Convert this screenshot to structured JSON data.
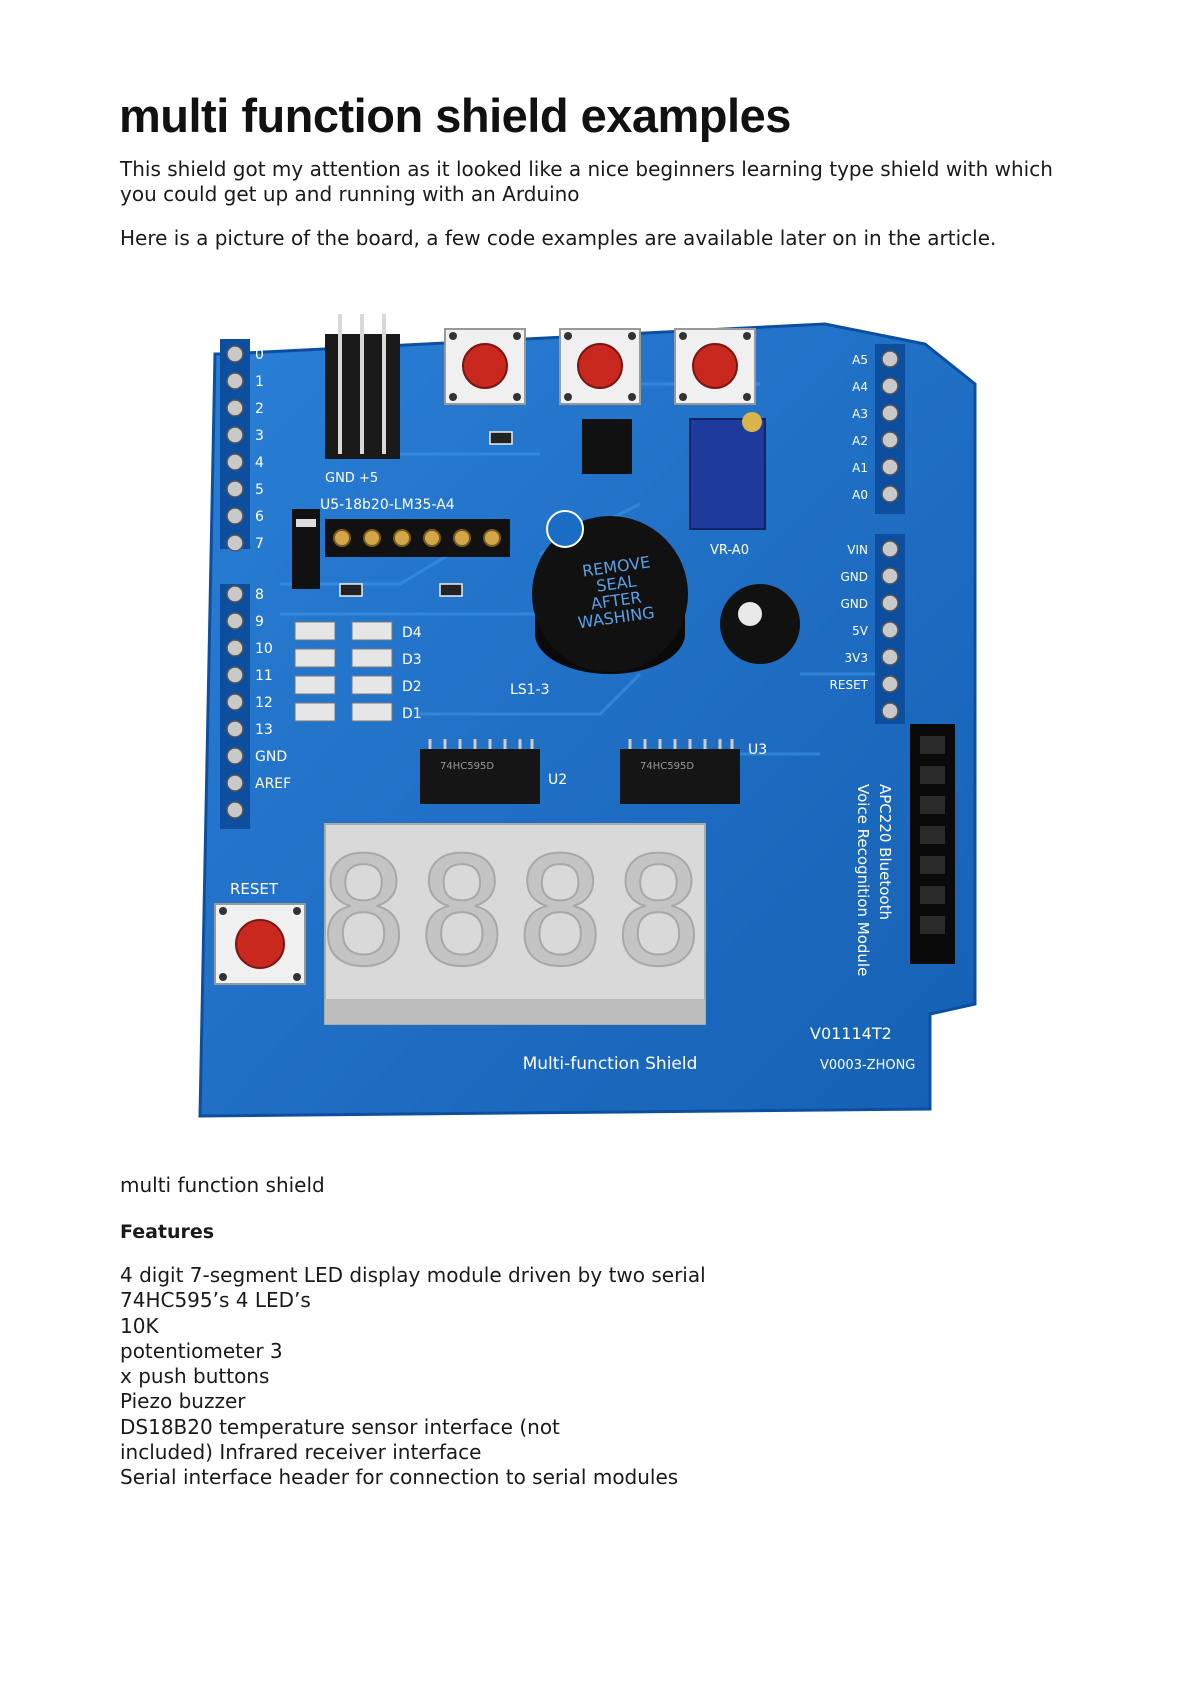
{
  "article": {
    "title": "multi function shield examples",
    "intro": "This shield got my attention as it looked like a nice beginners learning type shield with which you could get up and running with an Arduino",
    "picture_intro": "Here is a picture of the board, a few code examples are available later on in the article.",
    "photo": {
      "caption": "multi function shield",
      "silkscreen": {
        "buzzer_label": [
          "REMOVE",
          "SEAL",
          "AFTER",
          "WASHING"
        ],
        "module_label": "APC220 Bluetooth",
        "module_label_2": "Voice Recognition Module",
        "board_name": "Multi-function Shield",
        "maker": "V0003-ZHONG",
        "version": "V01114T2",
        "reset": "RESET",
        "sensor_header": "U5-18b20-LM35-A4",
        "display_digits": "8888",
        "buzzer_ref": "LS1-3",
        "pot_ref": "VR-A0",
        "chip_ref_1": "U2",
        "chip_ref_2": "U3",
        "chip_marking": "74HC595D",
        "gnd_5v": "GND +5",
        "left_pins": [
          "0",
          "1",
          "2",
          "3",
          "4",
          "5",
          "6",
          "7",
          "8",
          "9",
          "10",
          "11",
          "12",
          "13",
          "GND",
          "AREF"
        ],
        "led_refs": [
          "D4",
          "D3",
          "D2",
          "D1"
        ],
        "right_pins_top": [
          "A5",
          "A4",
          "A3",
          "A2",
          "A1",
          "A0"
        ],
        "right_pins_power": [
          "VIN",
          "GND",
          "GND",
          "5V",
          "3V3",
          "RESET"
        ]
      }
    },
    "features_heading": "Features",
    "features_lines": [
      "4 digit 7-segment LED display module driven by two serial",
      "74HC595’s 4 LED’s",
      "10K",
      "potentiometer 3",
      "x push buttons",
      "Piezo buzzer",
      "DS18B20 temperature sensor interface (not",
      "included) Infrared receiver interface",
      "Serial interface header for connection to serial modules"
    ]
  },
  "colors": {
    "pcb": "#1b6cc4",
    "pcb_dark": "#0d4f9e",
    "button_cap": "#c8281e",
    "display": "#d9d9d9"
  }
}
